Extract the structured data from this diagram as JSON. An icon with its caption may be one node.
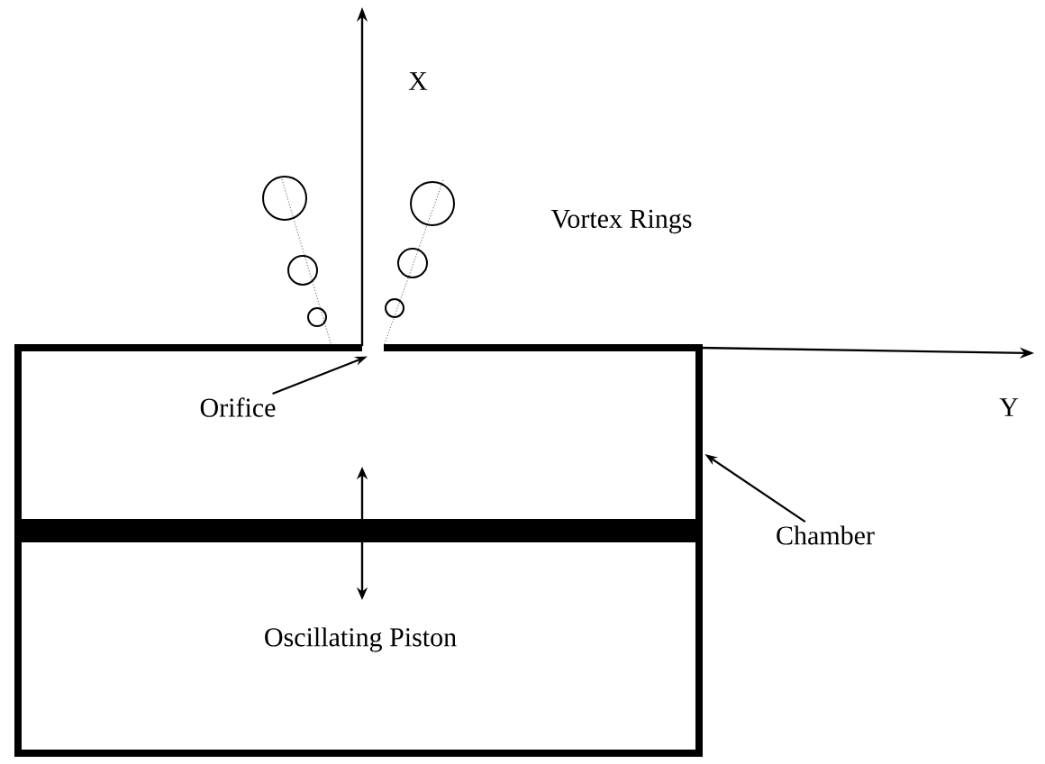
{
  "diagram": {
    "nodes": [
      {
        "text": [],
        "shape": "box"
      },
      {
        "text": [
          "Orifice"
        ],
        "in": 0
      },
      {
        "text": [
          "Chamber"
        ]
      }
    ],
    "edges": [
      {
        "from": 1,
        "to": 0,
        "arrow": "to"
      },
      {
        "from": 2,
        "to": 0,
        "arrow": "to"
      }
    ],
    "labels": [
      "X",
      "Vortex Rings",
      "Y",
      "Oscillating Piston"
    ]
  }
}
